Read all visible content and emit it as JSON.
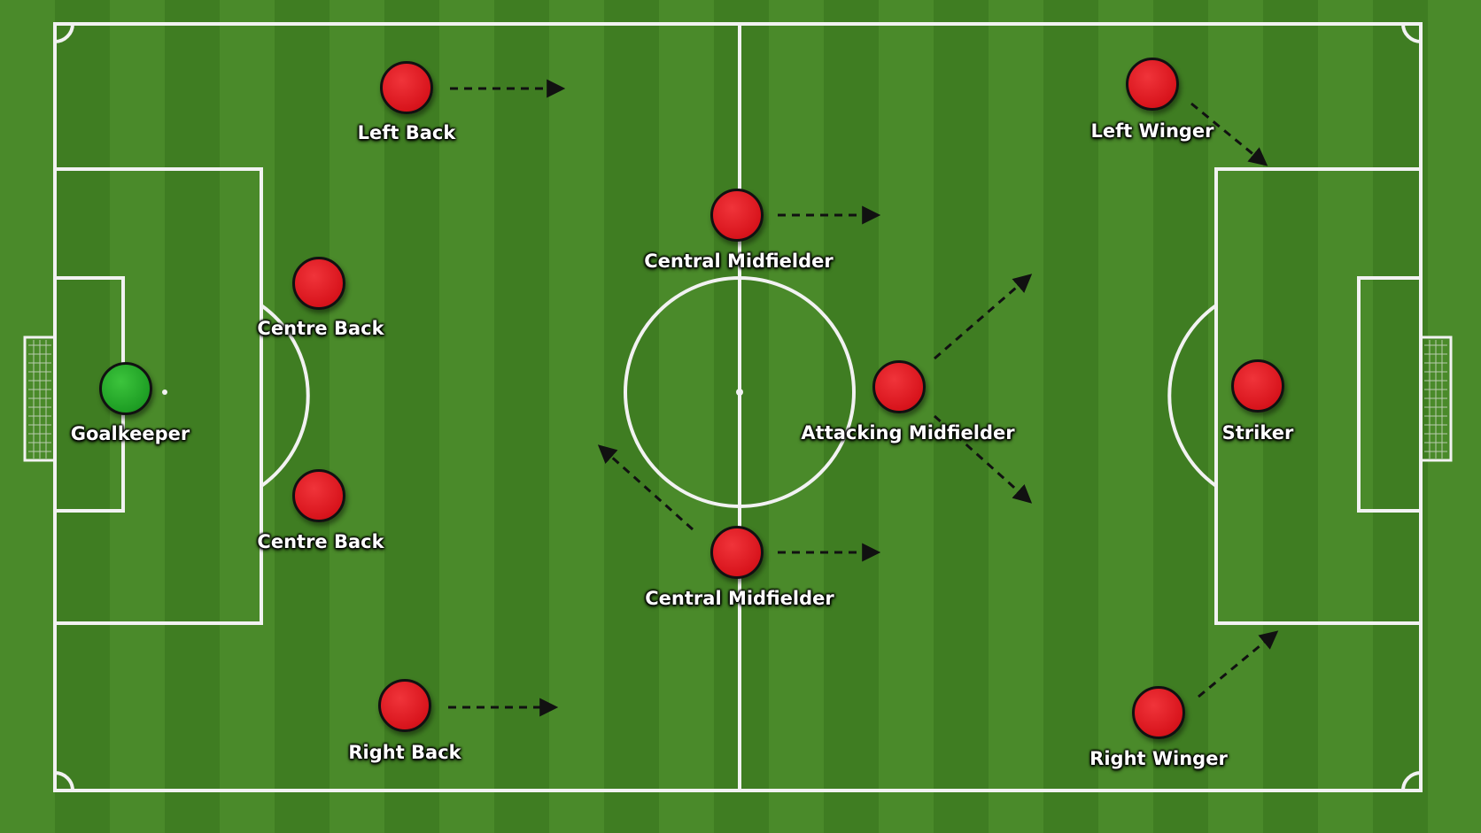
{
  "players": {
    "goalkeeper": "Goalkeeper",
    "left_back": "Left Back",
    "centre_back_top": "Centre Back",
    "centre_back_bottom": "Centre Back",
    "right_back": "Right Back",
    "central_mid_top": "Central Midfielder",
    "central_mid_bottom": "Central Midfielder",
    "attacking_mid": "Attacking Midfielder",
    "left_winger": "Left Winger",
    "right_winger": "Right Winger",
    "striker": "Striker"
  },
  "colors": {
    "outfield_player": "#d8141c",
    "goalkeeper": "#1e9e24",
    "pitch_stripe_light": "#4a8a2a",
    "pitch_stripe_dark": "#3f7d22",
    "line": "#f2f2f2",
    "arrow": "#111111"
  },
  "icons": {
    "player_marker": "filled-circle",
    "movement_arrow": "dashed-arrow"
  }
}
